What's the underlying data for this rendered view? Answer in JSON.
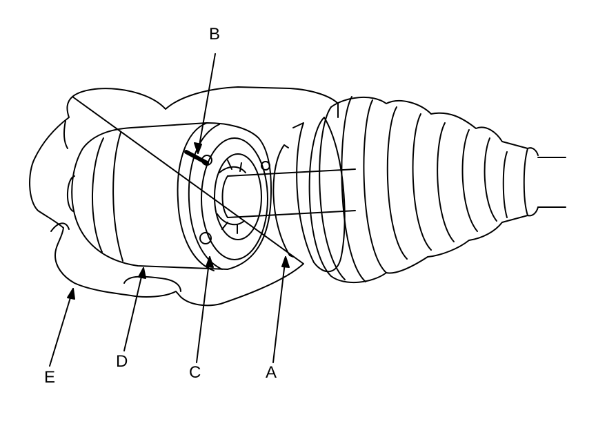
{
  "callouts": {
    "a": "A",
    "b": "B",
    "c": "C",
    "d": "D",
    "e": "E"
  },
  "colors": {
    "line": "#000000",
    "background": "#ffffff"
  }
}
